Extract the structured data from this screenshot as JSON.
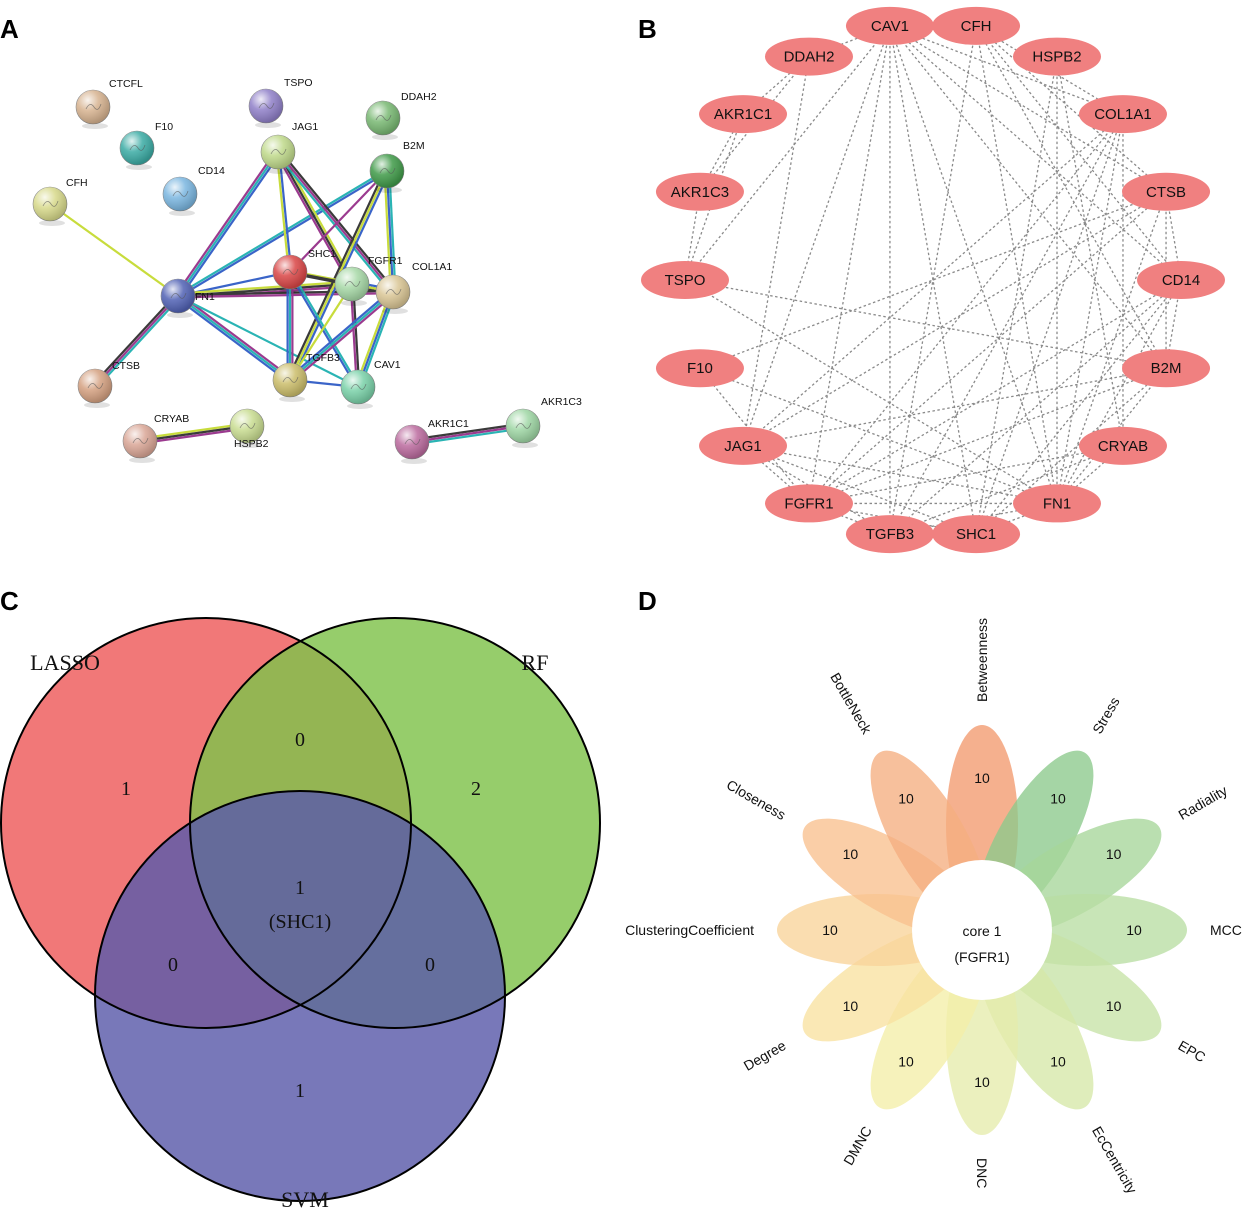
{
  "panels": {
    "a": "A",
    "b": "B",
    "c": "C",
    "d": "D"
  },
  "string_network": {
    "nodes": [
      {
        "id": "CTCFL",
        "color": "#d6b28f"
      },
      {
        "id": "F10",
        "color": "#3aaba4"
      },
      {
        "id": "TSPO",
        "color": "#8f7fc8"
      },
      {
        "id": "DDAH2",
        "color": "#78b872"
      },
      {
        "id": "CFH",
        "color": "#d7d98a"
      },
      {
        "id": "CD14",
        "color": "#7ab6e0"
      },
      {
        "id": "JAG1",
        "color": "#bfd98a"
      },
      {
        "id": "B2M",
        "color": "#3f9a48"
      },
      {
        "id": "FN1",
        "color": "#5061b4"
      },
      {
        "id": "SHC1",
        "color": "#d94545"
      },
      {
        "id": "FGFR1",
        "color": "#a6d8a6"
      },
      {
        "id": "COL1A1",
        "color": "#d9c594"
      },
      {
        "id": "CTSB",
        "color": "#d4a080"
      },
      {
        "id": "TGFB3",
        "color": "#cbbd6a"
      },
      {
        "id": "CAV1",
        "color": "#79d1a8"
      },
      {
        "id": "CRYAB",
        "color": "#d9a595"
      },
      {
        "id": "HSPB2",
        "color": "#c8dc90"
      },
      {
        "id": "AKR1C1",
        "color": "#bb6a9e"
      },
      {
        "id": "AKR1C3",
        "color": "#9ed6a4"
      }
    ],
    "edges": [
      [
        "CFH",
        "FN1"
      ],
      [
        "CTSB",
        "FN1"
      ],
      [
        "FN1",
        "JAG1"
      ],
      [
        "FN1",
        "B2M"
      ],
      [
        "FN1",
        "SHC1"
      ],
      [
        "FN1",
        "FGFR1"
      ],
      [
        "FN1",
        "COL1A1"
      ],
      [
        "FN1",
        "TGFB3"
      ],
      [
        "FN1",
        "CAV1"
      ],
      [
        "JAG1",
        "SHC1"
      ],
      [
        "JAG1",
        "FGFR1"
      ],
      [
        "JAG1",
        "COL1A1"
      ],
      [
        "B2M",
        "SHC1"
      ],
      [
        "B2M",
        "COL1A1"
      ],
      [
        "B2M",
        "TGFB3"
      ],
      [
        "SHC1",
        "FGFR1"
      ],
      [
        "SHC1",
        "COL1A1"
      ],
      [
        "SHC1",
        "TGFB3"
      ],
      [
        "SHC1",
        "CAV1"
      ],
      [
        "FGFR1",
        "COL1A1"
      ],
      [
        "FGFR1",
        "TGFB3"
      ],
      [
        "FGFR1",
        "CAV1"
      ],
      [
        "COL1A1",
        "TGFB3"
      ],
      [
        "COL1A1",
        "CAV1"
      ],
      [
        "TGFB3",
        "CAV1"
      ],
      [
        "CRYAB",
        "HSPB2"
      ],
      [
        "AKR1C1",
        "AKR1C3"
      ]
    ],
    "edge_colors": [
      "#c8dc3c",
      "#3a3a3a",
      "#9b3a8f",
      "#2ab4b4",
      "#3a64c8"
    ]
  },
  "circle_network": {
    "node_color": "#f08080",
    "nodes": [
      "CAV1",
      "CFH",
      "HSPB2",
      "COL1A1",
      "CTSB",
      "CD14",
      "B2M",
      "CRYAB",
      "FN1",
      "SHC1",
      "TGFB3",
      "FGFR1",
      "JAG1",
      "F10",
      "TSPO",
      "AKR1C3",
      "AKR1C1",
      "DDAH2"
    ],
    "edges": [
      [
        "AKR1C1",
        "AKR1C3"
      ],
      [
        "AKR1C1",
        "TSPO"
      ],
      [
        "AKR1C3",
        "TSPO"
      ],
      [
        "DDAH2",
        "AKR1C1"
      ],
      [
        "DDAH2",
        "AKR1C3"
      ],
      [
        "CAV1",
        "FN1"
      ],
      [
        "CAV1",
        "SHC1"
      ],
      [
        "CAV1",
        "TGFB3"
      ],
      [
        "CAV1",
        "FGFR1"
      ],
      [
        "CAV1",
        "JAG1"
      ],
      [
        "CAV1",
        "COL1A1"
      ],
      [
        "CAV1",
        "B2M"
      ],
      [
        "CAV1",
        "CTSB"
      ],
      [
        "CAV1",
        "CD14"
      ],
      [
        "CAV1",
        "DDAH2"
      ],
      [
        "CAV1",
        "TSPO"
      ],
      [
        "CFH",
        "FN1"
      ],
      [
        "CFH",
        "B2M"
      ],
      [
        "CFH",
        "CTSB"
      ],
      [
        "CFH",
        "COL1A1"
      ],
      [
        "CFH",
        "CD14"
      ],
      [
        "CFH",
        "TGFB3"
      ],
      [
        "HSPB2",
        "CRYAB"
      ],
      [
        "HSPB2",
        "FN1"
      ],
      [
        "HSPB2",
        "SHC1"
      ],
      [
        "COL1A1",
        "FN1"
      ],
      [
        "COL1A1",
        "FGFR1"
      ],
      [
        "COL1A1",
        "TGFB3"
      ],
      [
        "COL1A1",
        "SHC1"
      ],
      [
        "COL1A1",
        "JAG1"
      ],
      [
        "COL1A1",
        "CRYAB"
      ],
      [
        "CTSB",
        "FN1"
      ],
      [
        "CTSB",
        "CD14"
      ],
      [
        "CTSB",
        "B2M"
      ],
      [
        "CTSB",
        "FGFR1"
      ],
      [
        "CTSB",
        "JAG1"
      ],
      [
        "CD14",
        "FN1"
      ],
      [
        "CD14",
        "B2M"
      ],
      [
        "CD14",
        "TGFB3"
      ],
      [
        "CD14",
        "SHC1"
      ],
      [
        "CD14",
        "FGFR1"
      ],
      [
        "B2M",
        "FN1"
      ],
      [
        "B2M",
        "TSPO"
      ],
      [
        "B2M",
        "JAG1"
      ],
      [
        "B2M",
        "SHC1"
      ],
      [
        "B2M",
        "FGFR1"
      ],
      [
        "CRYAB",
        "FN1"
      ],
      [
        "CRYAB",
        "TGFB3"
      ],
      [
        "CRYAB",
        "FGFR1"
      ],
      [
        "FN1",
        "SHC1"
      ],
      [
        "FN1",
        "TGFB3"
      ],
      [
        "FN1",
        "FGFR1"
      ],
      [
        "FN1",
        "JAG1"
      ],
      [
        "FN1",
        "F10"
      ],
      [
        "FN1",
        "TSPO"
      ],
      [
        "SHC1",
        "TGFB3"
      ],
      [
        "SHC1",
        "FGFR1"
      ],
      [
        "SHC1",
        "JAG1"
      ],
      [
        "TGFB3",
        "FGFR1"
      ],
      [
        "TGFB3",
        "JAG1"
      ],
      [
        "FGFR1",
        "JAG1"
      ],
      [
        "FGFR1",
        "F10"
      ],
      [
        "JAG1",
        "DDAH2"
      ],
      [
        "F10",
        "CTSB"
      ]
    ]
  },
  "venn": {
    "sets": [
      {
        "name": "LASSO",
        "color": "#ee5a5a"
      },
      {
        "name": "RF",
        "color": "#7fc24a"
      },
      {
        "name": "SVM",
        "color": "#5a5aaa"
      }
    ],
    "regions": {
      "lasso_only": "1",
      "rf_only": "2",
      "svm_only": "1",
      "lasso_rf": "0",
      "lasso_svm": "0",
      "rf_svm": "0",
      "all": "1",
      "all_gene": "(SHC1)"
    },
    "highlight_color": "#c8385a"
  },
  "flower": {
    "center_title": "core 1",
    "center_gene": "(FGFR1)",
    "petals": [
      {
        "name": "Betweenness",
        "value": "10",
        "color": "#f29a6e"
      },
      {
        "name": "Stress",
        "value": "10",
        "color": "#8cc98c"
      },
      {
        "name": "Radiality",
        "value": "10",
        "color": "#a6d69a"
      },
      {
        "name": "MCC",
        "value": "10",
        "color": "#b9dea3"
      },
      {
        "name": "EPC",
        "value": "10",
        "color": "#c7e3a6"
      },
      {
        "name": "EcCentricity",
        "value": "10",
        "color": "#d6e8a8"
      },
      {
        "name": "DNC",
        "value": "10",
        "color": "#e6ecac"
      },
      {
        "name": "DMNC",
        "value": "10",
        "color": "#f3eea8"
      },
      {
        "name": "Degree",
        "value": "10",
        "color": "#f8e2a0"
      },
      {
        "name": "ClusteringCoefficient",
        "value": "10",
        "color": "#f9d39a"
      },
      {
        "name": "Closeness",
        "value": "10",
        "color": "#f8c08e"
      },
      {
        "name": "BottleNeck",
        "value": "10",
        "color": "#f5ae80"
      }
    ]
  }
}
